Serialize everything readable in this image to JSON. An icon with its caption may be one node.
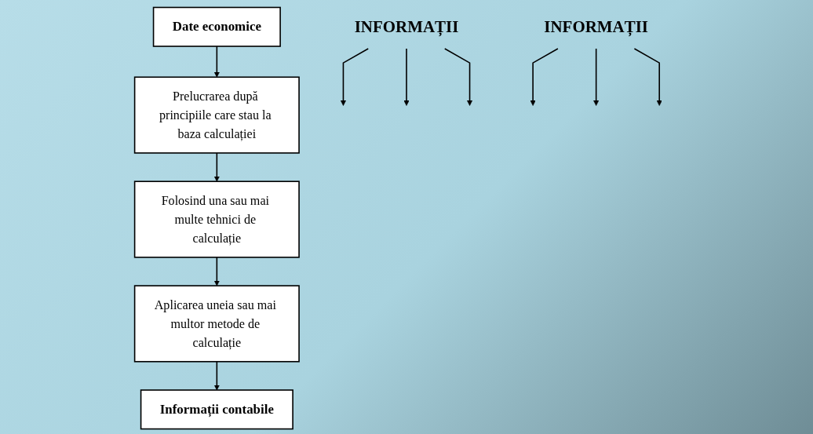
{
  "diagram": {
    "nodes": [
      {
        "text": [
          "INFORMAȚII"
        ]
      },
      {
        "text": [
          "Date economice"
        ]
      },
      {
        "text": [
          "Prelucrarea după principiile care stau la baza calculației"
        ]
      },
      {
        "text": [
          "Folosind una sau mai multe tehnici de calculație"
        ]
      },
      {
        "text": [
          "Aplicarea uneia sau mai multor metode de calculație"
        ]
      },
      {
        "text": [
          "Informații contabile"
        ]
      },
      {
        "text": [
          "INFORMAȚII"
        ]
      }
    ],
    "edges": [
      {
        "from": 1,
        "to": 2,
        "arrow": "to"
      },
      {
        "from": 2,
        "to": 3,
        "arrow": "to"
      },
      {
        "from": 3,
        "to": 4,
        "arrow": "to"
      },
      {
        "from": 4,
        "to": 5,
        "arrow": "to"
      },
      {
        "from": 0,
        "to": null,
        "arrow": "to"
      },
      {
        "from": 0,
        "to": null,
        "arrow": "to"
      },
      {
        "from": 0,
        "to": null,
        "arrow": "to"
      },
      {
        "from": 6,
        "to": null,
        "arrow": "to"
      },
      {
        "from": 6,
        "to": null,
        "arrow": "to"
      },
      {
        "from": 6,
        "to": null,
        "arrow": "to"
      }
    ]
  }
}
